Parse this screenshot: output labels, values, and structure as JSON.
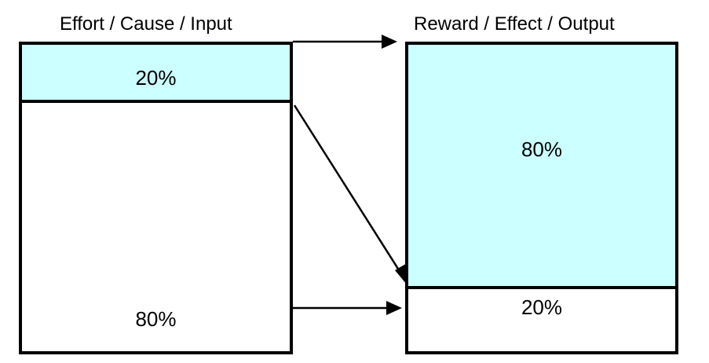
{
  "left": {
    "title": "Effort / Cause / Input",
    "top_label": "20%",
    "bottom_label": "80%"
  },
  "right": {
    "title": "Reward / Effect / Output",
    "top_label": "80%",
    "bottom_label": "20%"
  },
  "colors": {
    "highlight": "#ccffff",
    "border": "#000000",
    "background": "#ffffff"
  }
}
